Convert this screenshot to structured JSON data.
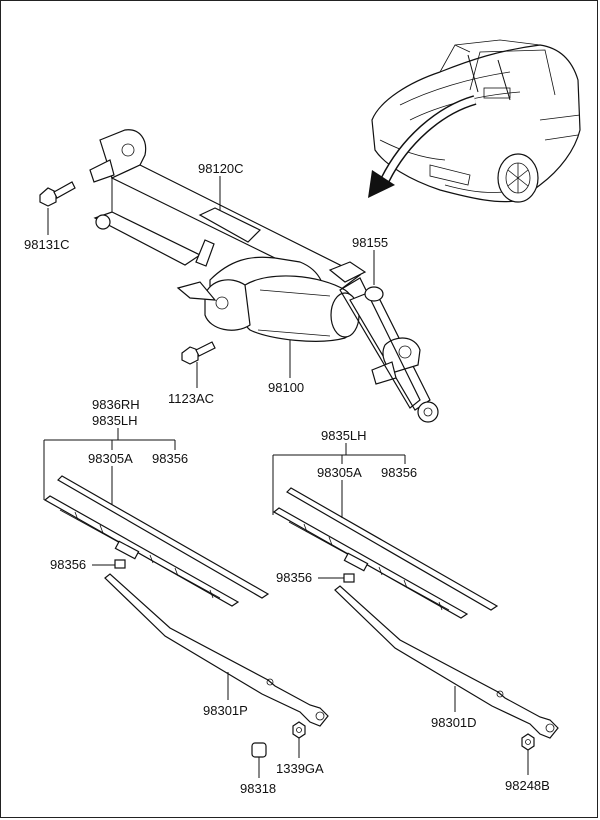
{
  "labels": {
    "frame_linkage": "98120C",
    "bolt_left": "98131C",
    "cap_motor": "98155",
    "bolt_motor": "1123AC",
    "motor": "98100",
    "blade_left_rh": "9836RH",
    "blade_left_lh": "9835LH",
    "refill_left": "98305A",
    "clip_left_top": "98356",
    "clip_left_side": "98356",
    "arm_left": "98301P",
    "cap_left": "98318",
    "nut_left": "1339GA",
    "blade_right_lh": "9835LH",
    "refill_right": "98305A",
    "clip_right_top": "98356",
    "clip_right_side": "98356",
    "arm_right": "98301D",
    "nut_right": "98248B"
  }
}
